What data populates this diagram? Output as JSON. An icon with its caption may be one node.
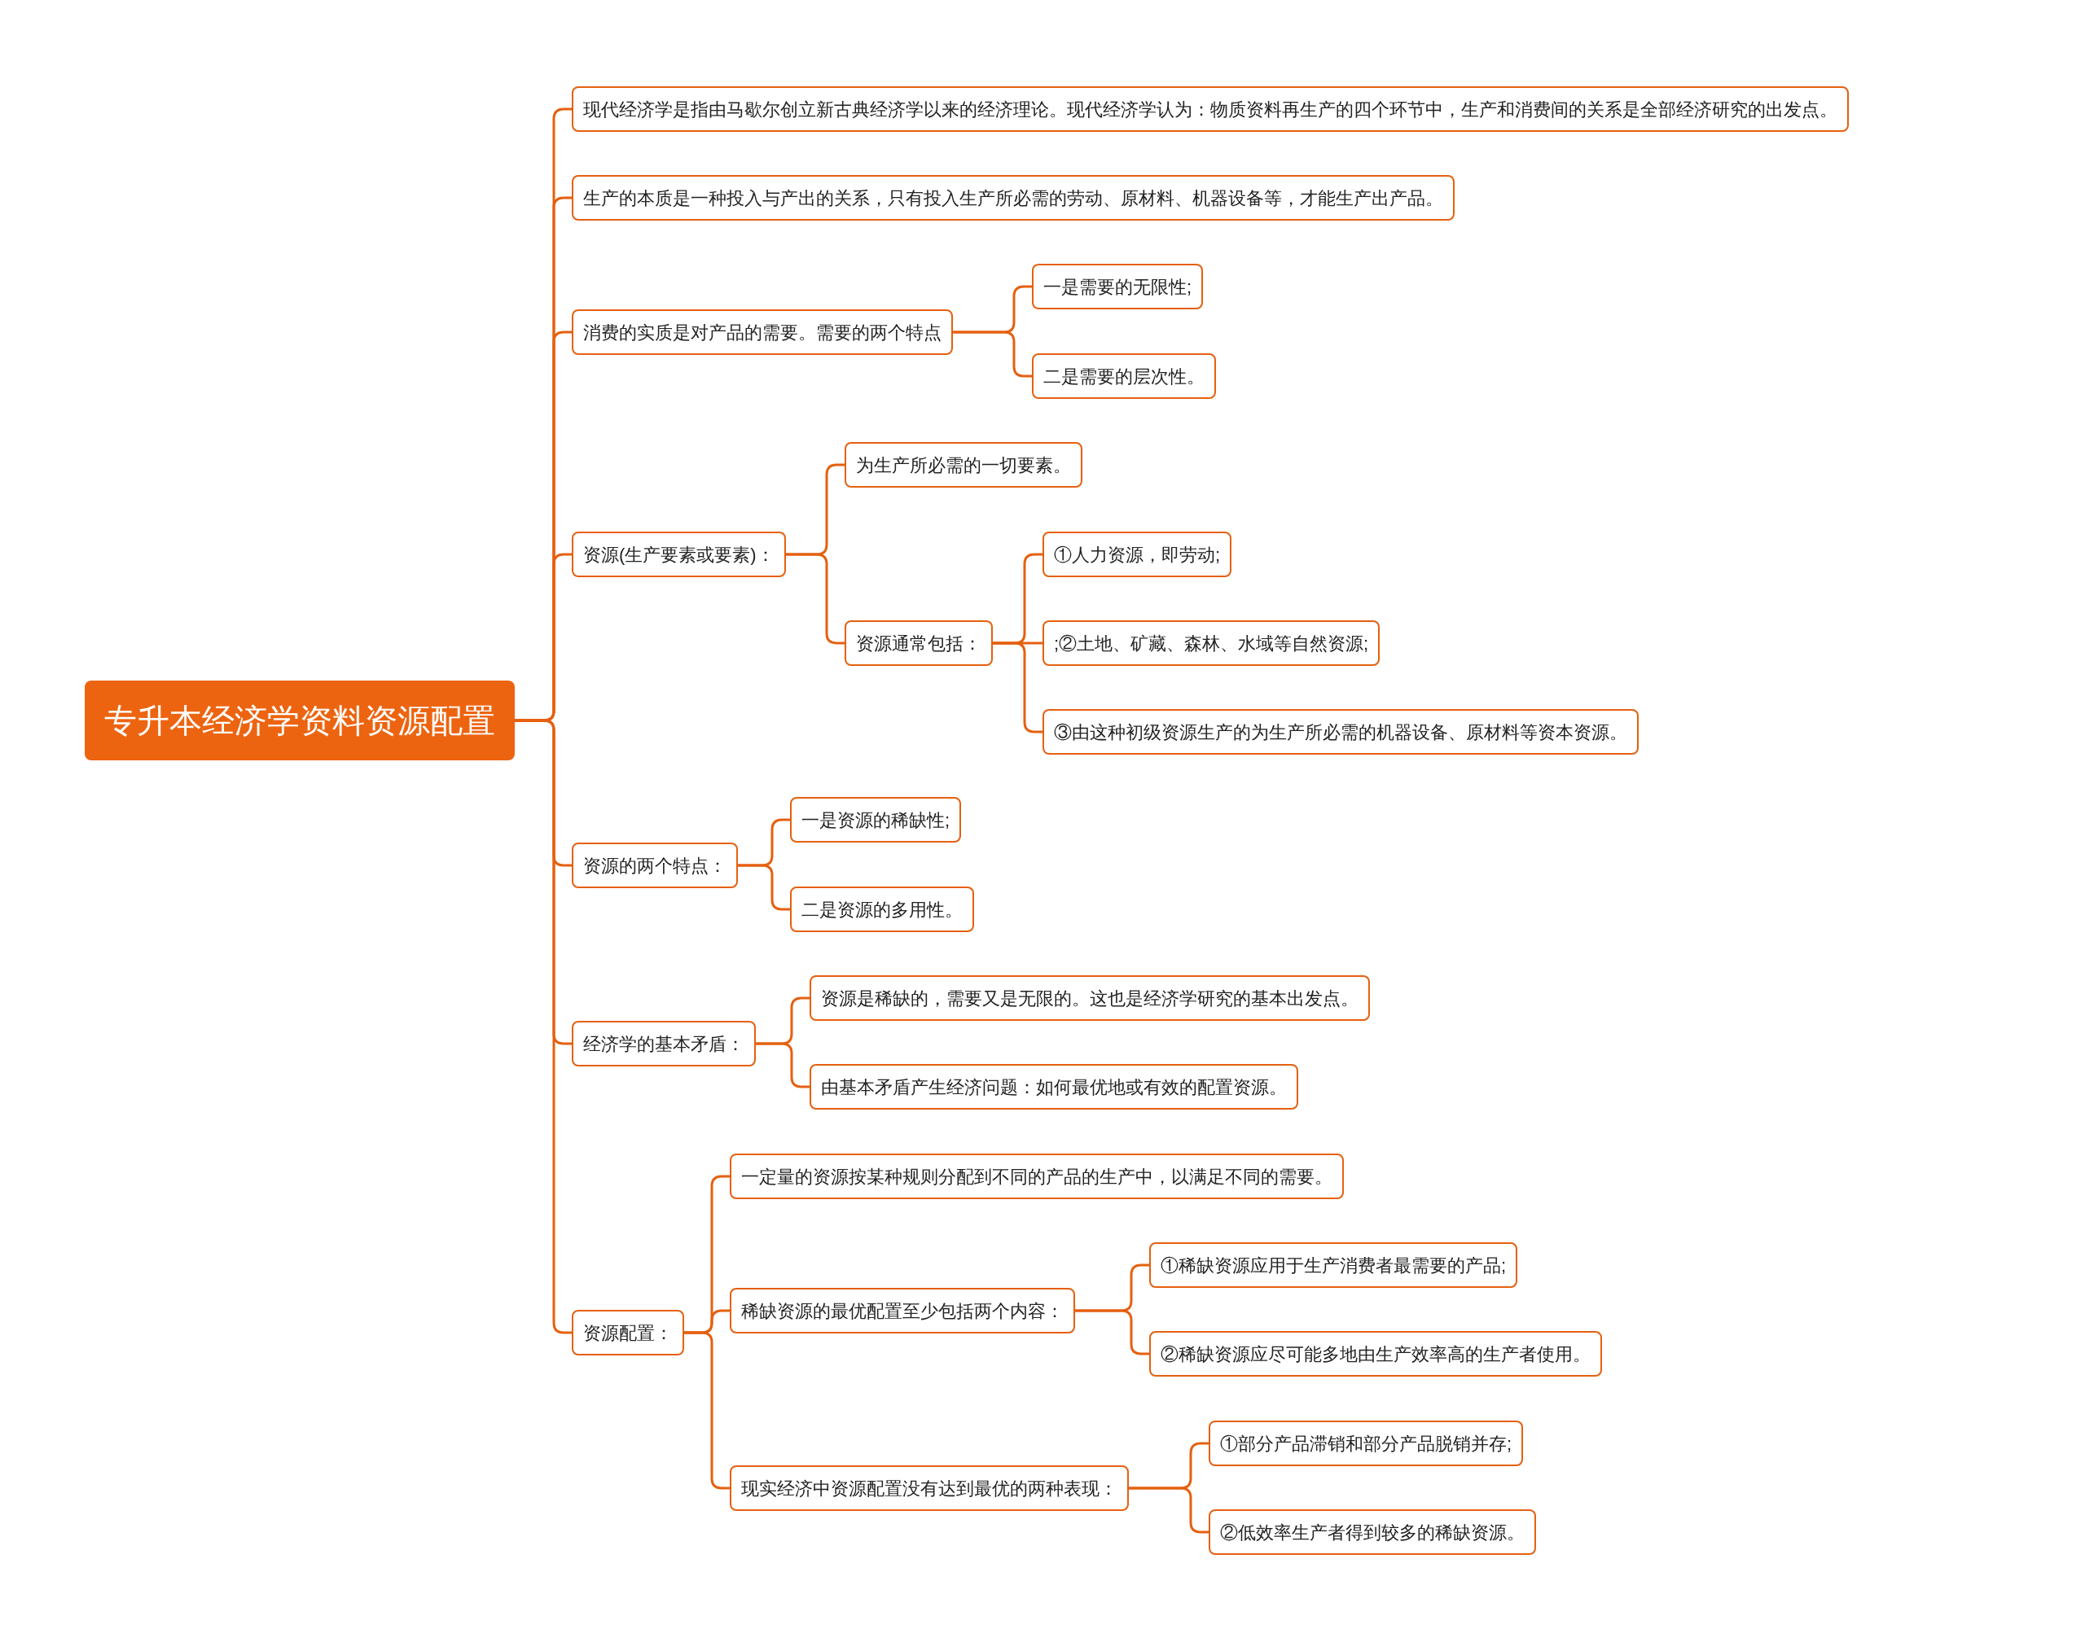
{
  "diagram": {
    "nodes": [
      {
        "text": [
          "专升本经济学资料资源配置"
        ]
      },
      {
        "text": [
          "现代经济学是指由马歇尔创立新古典经济学以来的经济理论。现代经济学认为：物质资料再生产的四个环节中，生产和消费间的关系是全部经济研究的出发点。"
        ]
      },
      {
        "text": [
          "生产的本质是一种投入与产出的关系，只有投入生产所必需的劳动、原材料、机器设备等，才能生产出产品。"
        ]
      },
      {
        "text": [
          "消费的实质是对产品的需要。需要的两个特点"
        ]
      },
      {
        "text": [
          "一是需要的无限性;"
        ]
      },
      {
        "text": [
          "二是需要的层次性。"
        ]
      },
      {
        "text": [
          "资源(生产要素或要素)："
        ]
      },
      {
        "text": [
          "为生产所必需的一切要素。"
        ]
      },
      {
        "text": [
          "资源通常包括："
        ]
      },
      {
        "text": [
          "①人力资源，即劳动;"
        ]
      },
      {
        "text": [
          ";②土地、矿藏、森林、水域等自然资源;"
        ]
      },
      {
        "text": [
          "③由这种初级资源生产的为生产所必需的机器设备、原材料等资本资源。"
        ]
      },
      {
        "text": [
          "资源的两个特点："
        ]
      },
      {
        "text": [
          "一是资源的稀缺性;"
        ]
      },
      {
        "text": [
          "二是资源的多用性。"
        ]
      },
      {
        "text": [
          "经济学的基本矛盾："
        ]
      },
      {
        "text": [
          "资源是稀缺的，需要又是无限的。这也是经济学研究的基本出发点。"
        ]
      },
      {
        "text": [
          "由基本矛盾产生经济问题：如何最优地或有效的配置资源。"
        ]
      },
      {
        "text": [
          "资源配置："
        ]
      },
      {
        "text": [
          "一定量的资源按某种规则分配到不同的产品的生产中，以满足不同的需要。"
        ]
      },
      {
        "text": [
          "稀缺资源的最优配置至少包括两个内容："
        ]
      },
      {
        "text": [
          "①稀缺资源应用于生产消费者最需要的产品;"
        ]
      },
      {
        "text": [
          "②稀缺资源应尽可能多地由生产效率高的生产者使用。"
        ]
      },
      {
        "text": [
          "现实经济中资源配置没有达到最优的两种表现："
        ]
      },
      {
        "text": [
          "①部分产品滞销和部分产品脱销并存;"
        ]
      },
      {
        "text": [
          "②低效率生产者得到较多的稀缺资源。"
        ]
      }
    ],
    "edges": [
      {
        "from": 0,
        "to": 1,
        "arrow": "none"
      },
      {
        "from": 0,
        "to": 2,
        "arrow": "none"
      },
      {
        "from": 0,
        "to": 3,
        "arrow": "none"
      },
      {
        "from": 3,
        "to": 4,
        "arrow": "none"
      },
      {
        "from": 3,
        "to": 5,
        "arrow": "none"
      },
      {
        "from": 0,
        "to": 6,
        "arrow": "none"
      },
      {
        "from": 6,
        "to": 7,
        "arrow": "none"
      },
      {
        "from": 6,
        "to": 8,
        "arrow": "none"
      },
      {
        "from": 8,
        "to": 9,
        "arrow": "none"
      },
      {
        "from": 8,
        "to": 10,
        "arrow": "none"
      },
      {
        "from": 8,
        "to": 11,
        "arrow": "none"
      },
      {
        "from": 0,
        "to": 12,
        "arrow": "none"
      },
      {
        "from": 12,
        "to": 13,
        "arrow": "none"
      },
      {
        "from": 12,
        "to": 14,
        "arrow": "none"
      },
      {
        "from": 0,
        "to": 15,
        "arrow": "none"
      },
      {
        "from": 15,
        "to": 16,
        "arrow": "none"
      },
      {
        "from": 15,
        "to": 17,
        "arrow": "none"
      },
      {
        "from": 0,
        "to": 18,
        "arrow": "none"
      },
      {
        "from": 18,
        "to": 19,
        "arrow": "none"
      },
      {
        "from": 18,
        "to": 20,
        "arrow": "none"
      },
      {
        "from": 20,
        "to": 21,
        "arrow": "none"
      },
      {
        "from": 20,
        "to": 22,
        "arrow": "none"
      },
      {
        "from": 18,
        "to": 23,
        "arrow": "none"
      },
      {
        "from": 23,
        "to": 24,
        "arrow": "none"
      },
      {
        "from": 23,
        "to": 25,
        "arrow": "none"
      }
    ]
  }
}
